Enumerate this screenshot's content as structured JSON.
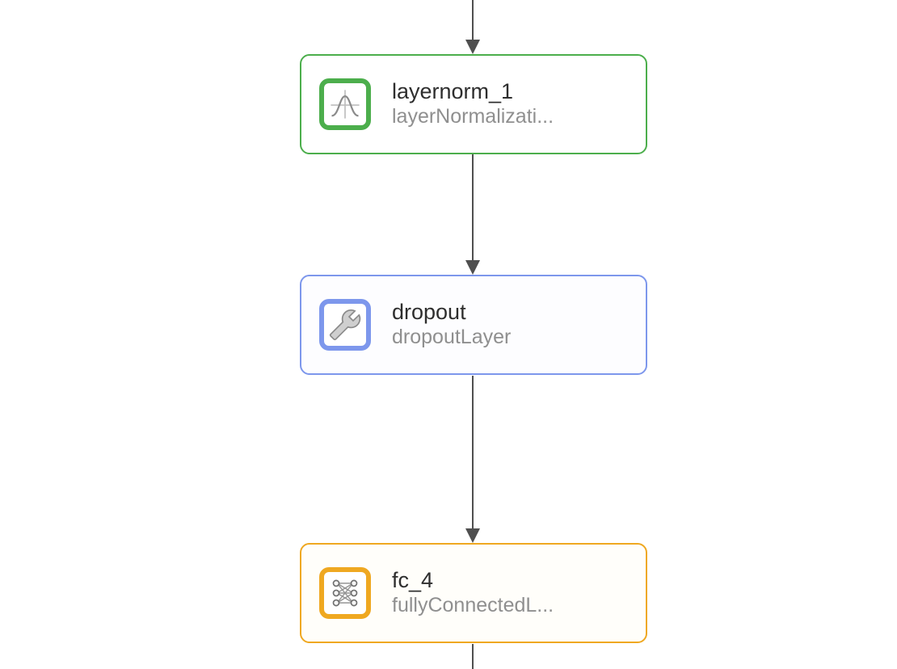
{
  "canvas": {
    "background": "#ffffff",
    "connector_color": "#4f4f4f"
  },
  "nodes": [
    {
      "title": "layernorm_1",
      "subtitle": "layerNormalizati...",
      "accent": "#4cae4c",
      "fill": "#ffffff",
      "icon": "gaussian-curve-icon"
    },
    {
      "title": "dropout",
      "subtitle": "dropoutLayer",
      "accent": "#7d97ec",
      "fill": "#fdfdff",
      "icon": "wrench-icon"
    },
    {
      "title": "fc_4",
      "subtitle": "fullyConnectedL...",
      "accent": "#efa821",
      "fill": "#fffefa",
      "icon": "fully-connected-icon"
    }
  ]
}
